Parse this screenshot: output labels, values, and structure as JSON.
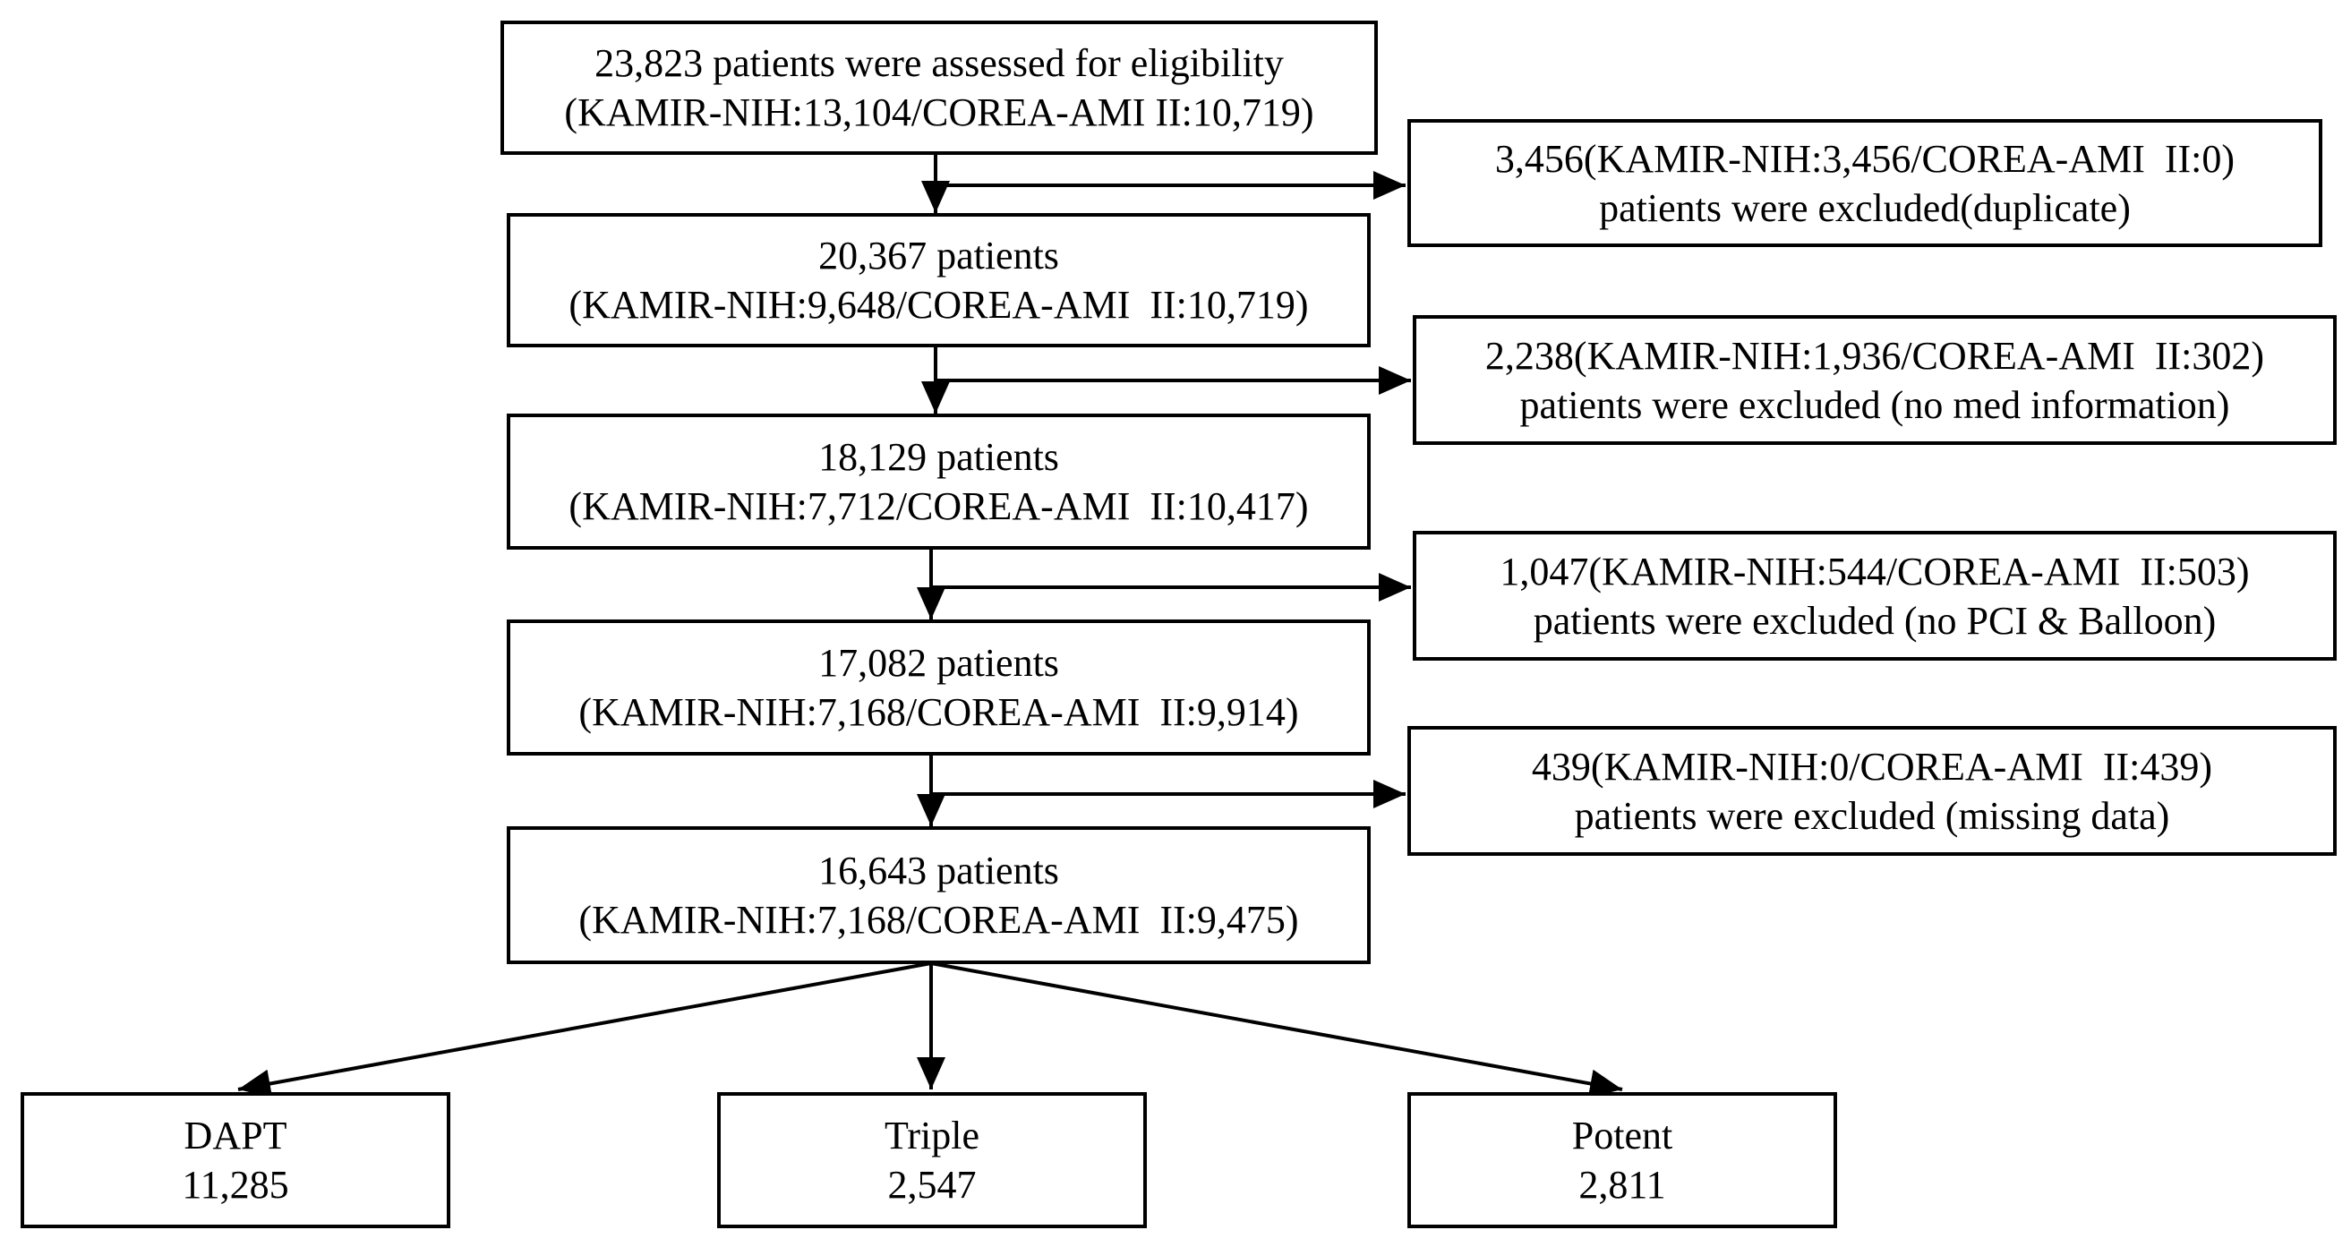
{
  "colors": {
    "stroke": "#000000",
    "background": "#ffffff",
    "text": "#000000"
  },
  "main_flow": [
    {
      "id": "assessed",
      "lines": [
        "23,823 patients were assessed for eligibility",
        "(KAMIR-NIH:13,104/COREA-AMI II:10,719)"
      ]
    },
    {
      "id": "step2",
      "lines": [
        "20,367 patients",
        "(KAMIR-NIH:9,648/COREA-AMI  II:10,719)"
      ]
    },
    {
      "id": "step3",
      "lines": [
        "18,129 patients",
        "(KAMIR-NIH:7,712/COREA-AMI  II:10,417)"
      ]
    },
    {
      "id": "step4",
      "lines": [
        "17,082 patients",
        "(KAMIR-NIH:7,168/COREA-AMI  II:9,914)"
      ]
    },
    {
      "id": "final",
      "lines": [
        "16,643 patients",
        "(KAMIR-NIH:7,168/COREA-AMI  II:9,475)"
      ]
    }
  ],
  "exclusions": [
    {
      "id": "excl-duplicate",
      "lines": [
        "3,456(KAMIR-NIH:3,456/COREA-AMI  II:0)",
        "patients were excluded(duplicate)"
      ]
    },
    {
      "id": "excl-no-med",
      "lines": [
        "2,238(KAMIR-NIH:1,936/COREA-AMI  II:302)",
        "patients were excluded (no med information)"
      ]
    },
    {
      "id": "excl-no-pci",
      "lines": [
        "1,047(KAMIR-NIH:544/COREA-AMI  II:503)",
        "patients were excluded (no PCI & Balloon)"
      ]
    },
    {
      "id": "excl-missing",
      "lines": [
        "439(KAMIR-NIH:0/COREA-AMI  II:439)",
        "patients were excluded (missing data)"
      ]
    }
  ],
  "groups": [
    {
      "id": "dapt",
      "name": "DAPT",
      "count": "11,285"
    },
    {
      "id": "triple",
      "name": "Triple",
      "count": "2,547"
    },
    {
      "id": "potent",
      "name": "Potent",
      "count": "2,811"
    }
  ]
}
